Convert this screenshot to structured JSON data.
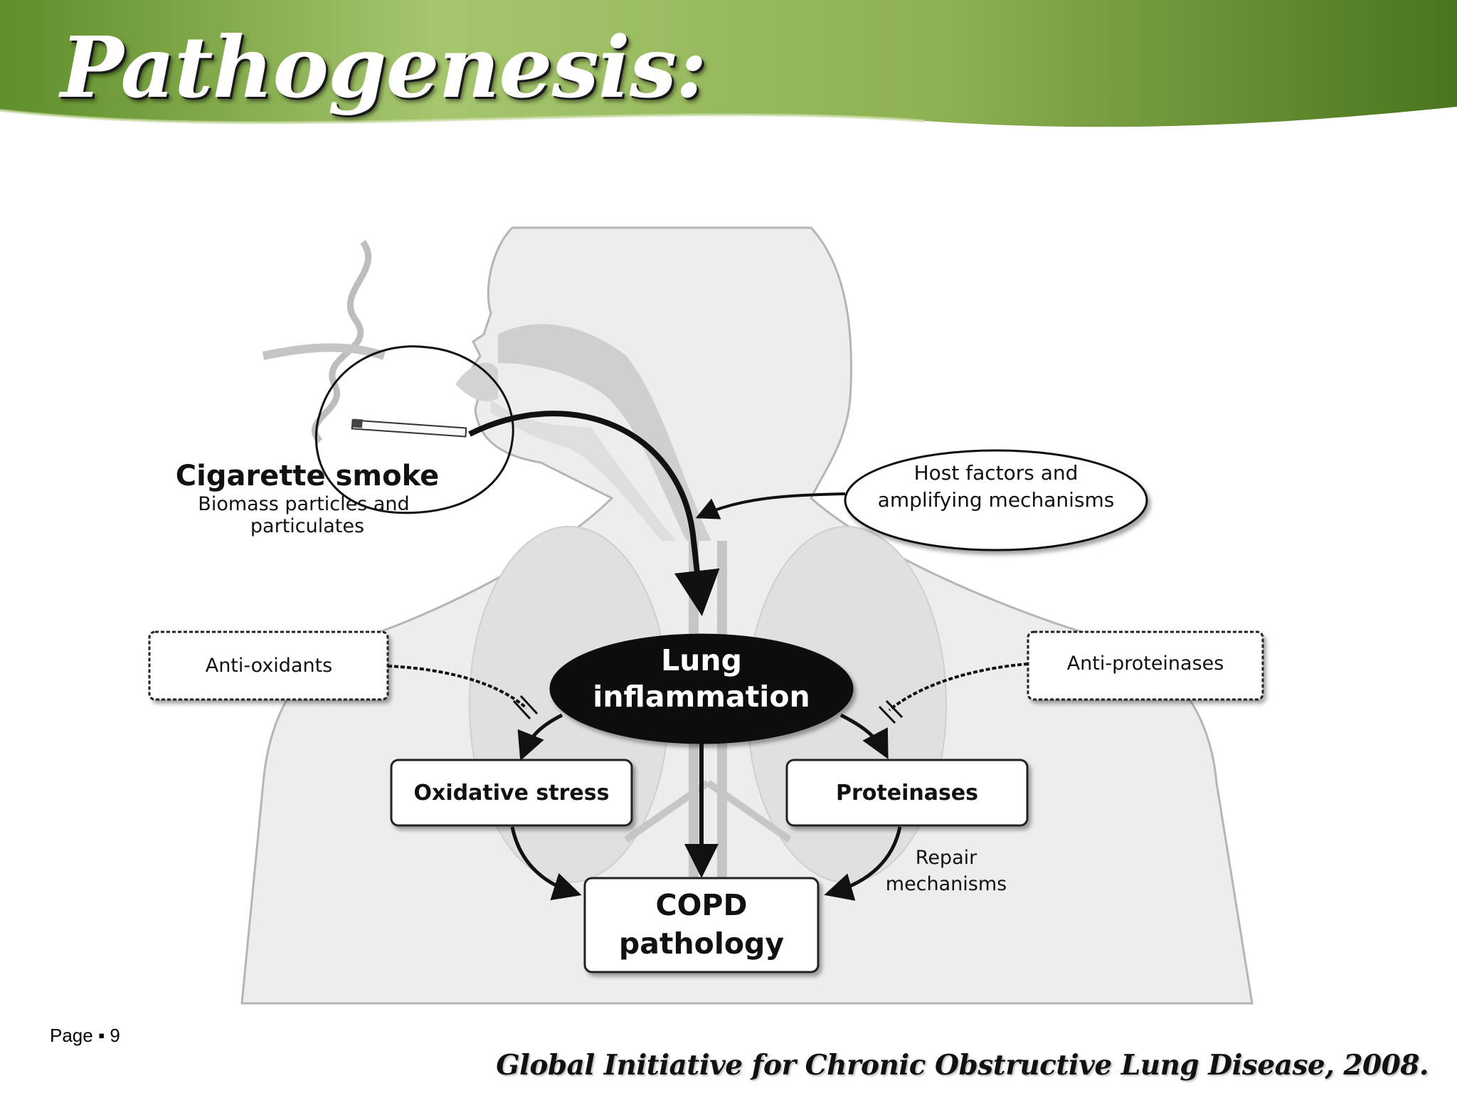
{
  "slide": {
    "title": "Pathogenesis:",
    "page_number": "Page ▪ 9",
    "citation": "Global Initiative for Chronic Obstructive Lung Disease, 2008."
  },
  "diagram": {
    "cigarette_smoke": "Cigarette smoke",
    "biomass_line1": "Biomass particles and",
    "biomass_line2": "particulates",
    "host_factors_line1": "Host factors and",
    "host_factors_line2": "amplifying mechanisms",
    "lung_inflammation_line1": "Lung",
    "lung_inflammation_line2": "inflammation",
    "anti_oxidants": "Anti-oxidants",
    "anti_proteinases": "Anti-proteinases",
    "oxidative_stress": "Oxidative stress",
    "proteinases": "Proteinases",
    "repair_line1": "Repair",
    "repair_line2": "mechanisms",
    "copd_line1": "COPD",
    "copd_line2": "pathology"
  },
  "colors": {
    "banner_light": "#a3c36a",
    "banner_dark": "#4e7a1e",
    "diagram_ink": "#111111",
    "silhouette": "#e6e6e6"
  }
}
